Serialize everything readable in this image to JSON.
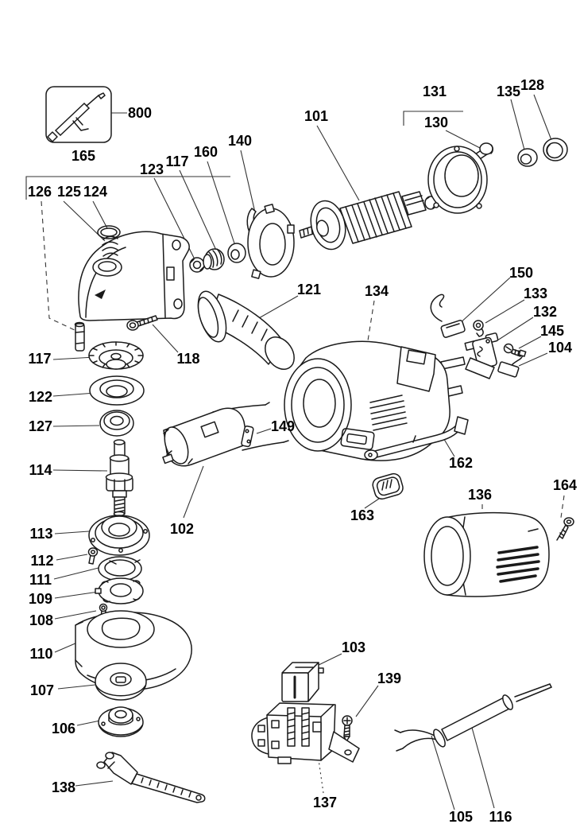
{
  "page": {
    "background_color": "#ffffff",
    "line_color": "#1a1a1a",
    "label_color": "#000000",
    "kind": "exploded-parts-diagram"
  },
  "diagram": {
    "callouts": {
      "c800": "800",
      "c165": "165",
      "c126": "126",
      "c125": "125",
      "c124": "124",
      "c123": "123",
      "c117a": "117",
      "c160": "160",
      "c140": "140",
      "c101": "101",
      "c131": "131",
      "c130": "130",
      "c135": "135",
      "c128": "128",
      "c121": "121",
      "c118": "118",
      "c134": "134",
      "c150": "150",
      "c133": "133",
      "c132": "132",
      "c145": "145",
      "c104": "104",
      "c149": "149",
      "c102": "102",
      "c162": "162",
      "c163": "163",
      "c136": "136",
      "c164": "164",
      "c117b": "117",
      "c122": "122",
      "c127": "127",
      "c114": "114",
      "c113": "113",
      "c112": "112",
      "c111": "111",
      "c109": "109",
      "c108": "108",
      "c110": "110",
      "c107": "107",
      "c106": "106",
      "c138": "138",
      "c103": "103",
      "c139": "139",
      "c137": "137",
      "c105": "105",
      "c116": "116"
    },
    "part_icons": [
      {
        "callout": "800",
        "icon": "accessory-tool-in-box"
      },
      {
        "callout": "101",
        "icon": "armature"
      },
      {
        "callout": "102",
        "icon": "field-coil"
      },
      {
        "callout": "103",
        "icon": "switch-block"
      },
      {
        "callout": "104",
        "icon": "carbon-brush"
      },
      {
        "callout": "105",
        "icon": "cord-wires"
      },
      {
        "callout": "106",
        "icon": "clamp-nut"
      },
      {
        "callout": "107",
        "icon": "backing-flange"
      },
      {
        "callout": "110",
        "icon": "wheel-guard"
      },
      {
        "callout": "114",
        "icon": "spindle"
      },
      {
        "callout": "116",
        "icon": "cord-protector"
      },
      {
        "callout": "117",
        "icon": "gear-set"
      },
      {
        "callout": "121",
        "icon": "side-handle"
      },
      {
        "callout": "127",
        "icon": "ball-bearing"
      },
      {
        "callout": "131",
        "icon": "bearing-housing"
      },
      {
        "callout": "134",
        "icon": "motor-housing"
      },
      {
        "callout": "136",
        "icon": "end-cover"
      },
      {
        "callout": "137",
        "icon": "switch-housing"
      },
      {
        "callout": "138",
        "icon": "pin-spanner-wrench"
      },
      {
        "callout": "162",
        "icon": "lock-lever"
      }
    ]
  }
}
